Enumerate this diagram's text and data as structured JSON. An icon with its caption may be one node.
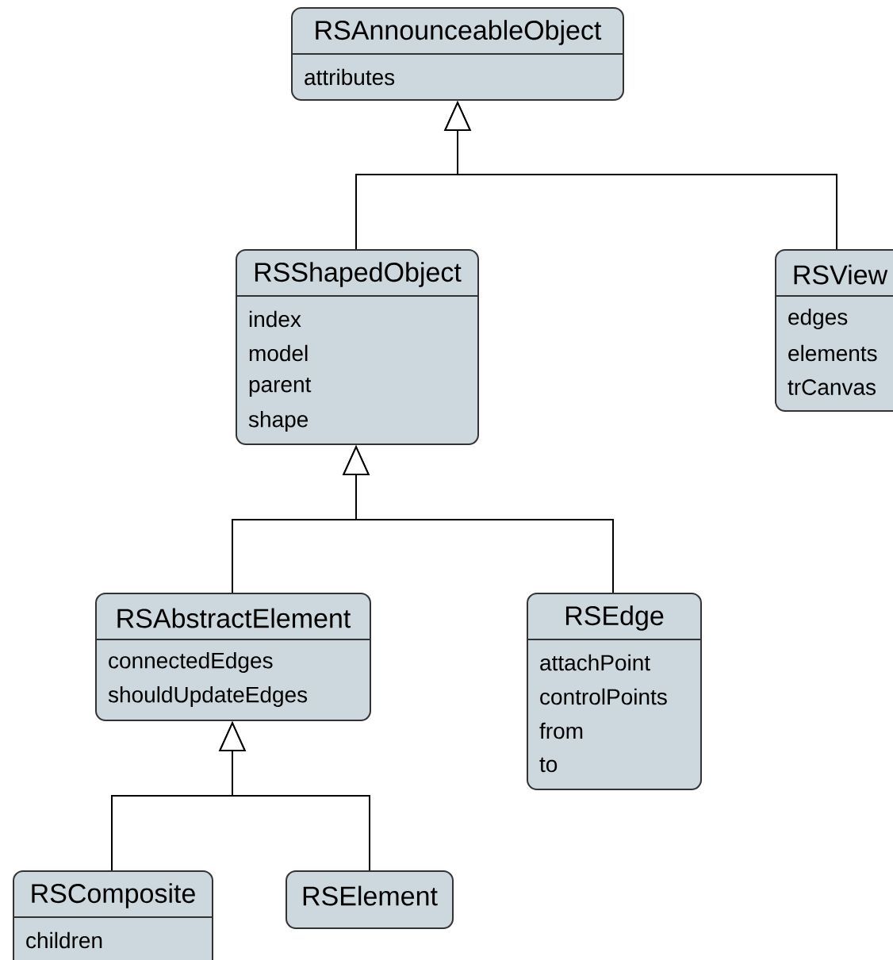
{
  "diagram": {
    "nodes": [
      {
        "text": [
          "RSAnnounceableObject",
          "attributes"
        ]
      },
      {
        "text": [
          "RSShapedObject",
          "index",
          "model",
          "parent",
          "shape"
        ]
      },
      {
        "text": [
          "RSView",
          "edges",
          "elements",
          "trCanvas"
        ]
      },
      {
        "text": [
          "RSAbstractElement",
          "connectedEdges",
          "shouldUpdateEdges"
        ]
      },
      {
        "text": [
          "RSEdge",
          "attachPoint",
          "controlPoints",
          "from",
          "to"
        ]
      },
      {
        "text": [
          "RSComposite",
          "children"
        ]
      },
      {
        "text": [
          "RSElement"
        ]
      }
    ],
    "edges": [
      {
        "from": 1,
        "to": 0,
        "arrow": "to"
      },
      {
        "from": 2,
        "to": 0,
        "arrow": "to"
      },
      {
        "from": 3,
        "to": 1,
        "arrow": "to"
      },
      {
        "from": 4,
        "to": 1,
        "arrow": "to"
      },
      {
        "from": 5,
        "to": 3,
        "arrow": "to"
      },
      {
        "from": 6,
        "to": 3,
        "arrow": "to"
      }
    ]
  }
}
